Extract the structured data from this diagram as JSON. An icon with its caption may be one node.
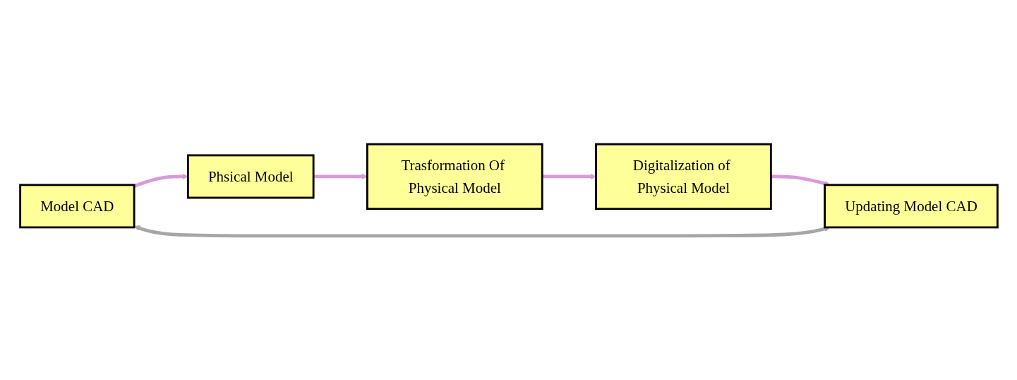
{
  "diagram": {
    "nodes": [
      {
        "text": [
          "Model CAD"
        ]
      },
      {
        "text": [
          "Phsical Model"
        ]
      },
      {
        "text": [
          "Trasformation Of Physical Model"
        ]
      },
      {
        "text": [
          "Digitalization of Physical Model"
        ]
      },
      {
        "text": [
          "Updating Model CAD"
        ]
      }
    ],
    "edges": [
      {
        "from": 0,
        "to": 1,
        "arrow": "to"
      },
      {
        "from": 1,
        "to": 2,
        "arrow": "to"
      },
      {
        "from": 2,
        "to": 3,
        "arrow": "to"
      },
      {
        "from": 3,
        "to": 4,
        "arrow": "to"
      },
      {
        "from": 0,
        "to": 4,
        "arrow": "both",
        "color": "#a6a6a6"
      }
    ]
  }
}
